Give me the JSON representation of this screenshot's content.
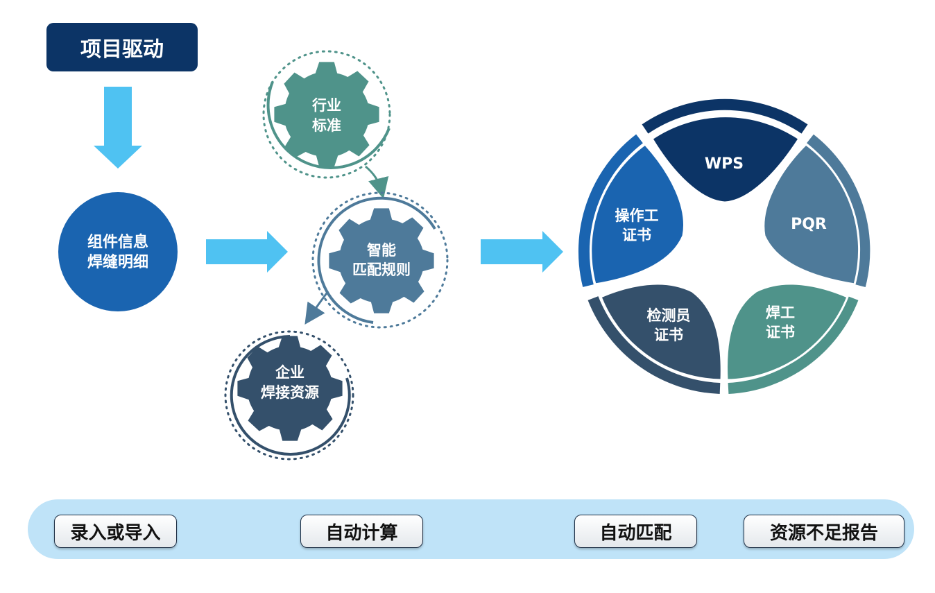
{
  "title": "项目驱动",
  "component_info": {
    "line1": "组件信息",
    "line2": "焊缝明细"
  },
  "gears": {
    "industry": {
      "line1": "行业",
      "line2": "标准"
    },
    "smart": {
      "line1": "智能",
      "line2": "匹配规则"
    },
    "enterprise": {
      "line1": "企业",
      "line2": "焊接资源"
    }
  },
  "cycle": {
    "wps": "WPS",
    "pqr": "PQR",
    "welder_cert": {
      "line1": "焊工",
      "line2": "证书"
    },
    "inspector_cert": {
      "line1": "检测员",
      "line2": "证书"
    },
    "operator_cert": {
      "line1": "操作工",
      "line2": "证书"
    }
  },
  "steps": [
    "录入或导入",
    "自动计算",
    "自动匹配",
    "资源不足报告"
  ],
  "colors": {
    "navy": "#0c3466",
    "blue": "#1a64b0",
    "steel": "#4e7a9a",
    "teal": "#4f938a",
    "slate": "#34506b",
    "arrow": "#4fc2f2",
    "bar": "#bfe3f8"
  }
}
